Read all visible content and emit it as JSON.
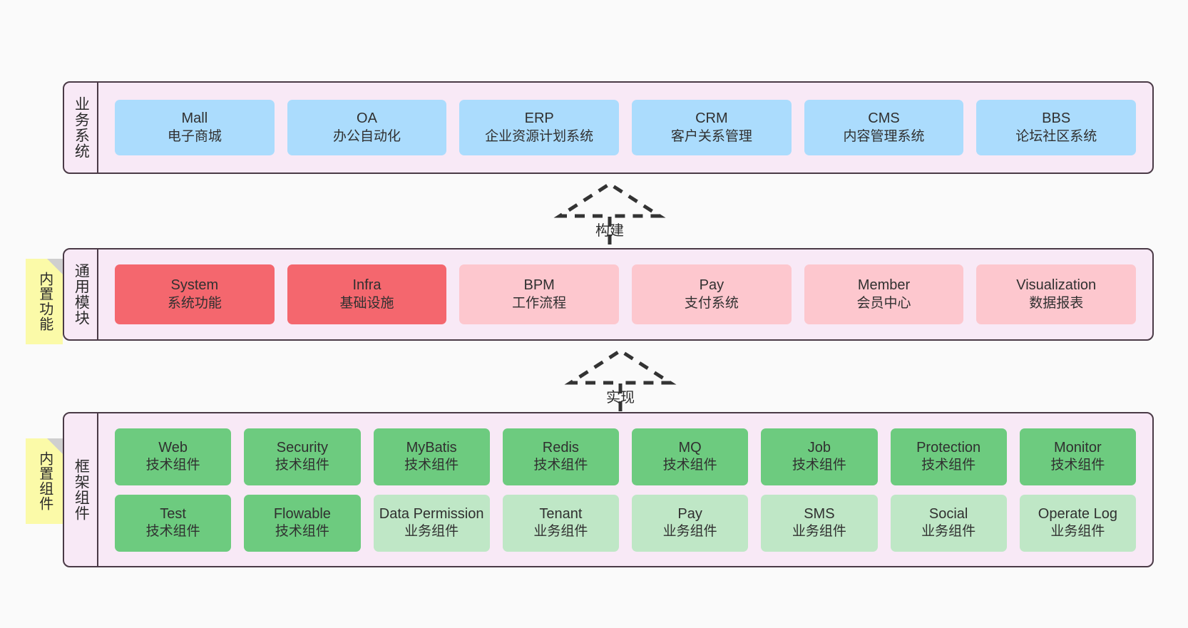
{
  "diagram": {
    "title": "System Architecture Layers",
    "colors": {
      "panel_bg": "#f8e9f6",
      "panel_border": "#4a3a46",
      "blue": "#abdcfd",
      "red": "#f4676e",
      "pink": "#fdc7ce",
      "green": "#6dcb7f",
      "green_light": "#bfe7c6",
      "note_yellow": "#fbfaa8",
      "note_fold": "#cfcfcf",
      "canvas": "#fafafa"
    }
  },
  "layers": [
    {
      "id": "business-systems",
      "title": "业务系统",
      "cards": [
        {
          "en": "Mall",
          "cn": "电子商城"
        },
        {
          "en": "OA",
          "cn": "办公自动化"
        },
        {
          "en": "ERP",
          "cn": "企业资源计划系统"
        },
        {
          "en": "CRM",
          "cn": "客户关系管理"
        },
        {
          "en": "CMS",
          "cn": "内容管理系统"
        },
        {
          "en": "BBS",
          "cn": "论坛社区系统"
        }
      ]
    },
    {
      "id": "common-modules",
      "title": "通用模块",
      "note": "内置功能",
      "cards": [
        {
          "en": "System",
          "cn": "系统功能"
        },
        {
          "en": "Infra",
          "cn": "基础设施"
        },
        {
          "en": "BPM",
          "cn": "工作流程"
        },
        {
          "en": "Pay",
          "cn": "支付系统"
        },
        {
          "en": "Member",
          "cn": "会员中心"
        },
        {
          "en": "Visualization",
          "cn": "数据报表"
        }
      ]
    },
    {
      "id": "framework-components",
      "title": "框架组件",
      "note": "内置组件",
      "row1": [
        {
          "en": "Web",
          "cn": "技术组件"
        },
        {
          "en": "Security",
          "cn": "技术组件"
        },
        {
          "en": "MyBatis",
          "cn": "技术组件"
        },
        {
          "en": "Redis",
          "cn": "技术组件"
        },
        {
          "en": "MQ",
          "cn": "技术组件"
        },
        {
          "en": "Job",
          "cn": "技术组件"
        },
        {
          "en": "Protection",
          "cn": "技术组件"
        },
        {
          "en": "Monitor",
          "cn": "技术组件"
        }
      ],
      "row2": [
        {
          "en": "Test",
          "cn": "技术组件"
        },
        {
          "en": "Flowable",
          "cn": "技术组件"
        },
        {
          "en": "Data Permission",
          "cn": "业务组件"
        },
        {
          "en": "Tenant",
          "cn": "业务组件"
        },
        {
          "en": "Pay",
          "cn": "业务组件"
        },
        {
          "en": "SMS",
          "cn": "业务组件"
        },
        {
          "en": "Social",
          "cn": "业务组件"
        },
        {
          "en": "Operate Log",
          "cn": "业务组件"
        }
      ]
    }
  ],
  "connectors": [
    {
      "id": "build",
      "label": "构建"
    },
    {
      "id": "implement",
      "label": "实现"
    }
  ]
}
